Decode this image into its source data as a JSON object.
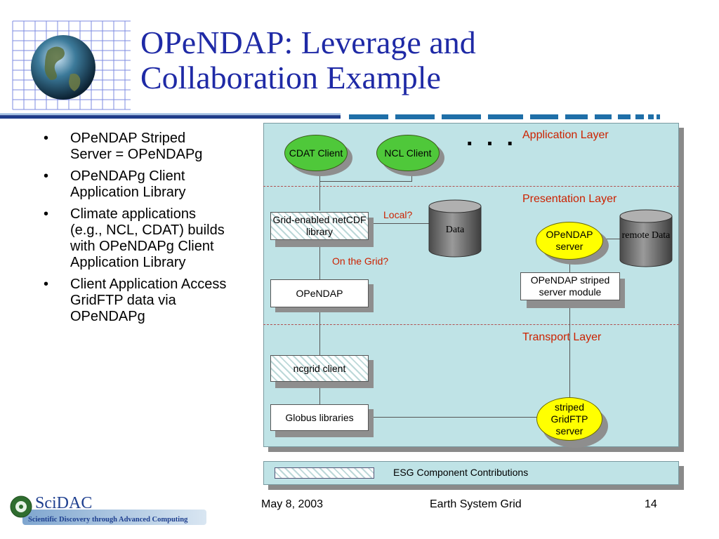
{
  "title": {
    "line1": "OPeNDAP: Leverage and",
    "line2": "Collaboration Example"
  },
  "bullets": [
    "OPeNDAP Striped Server = OPeNDAPg",
    "OPeNDAPg Client Application Library",
    "Climate applications (e.g., NCL, CDAT) builds with OPeNDAPg Client Application Library",
    "Client Application Access GridFTP data via OPeNDAPg"
  ],
  "diagram": {
    "layers": {
      "application": "Application Layer",
      "presentation": "Presentation Layer",
      "transport": "Transport Layer"
    },
    "clients": {
      "cdat": "CDAT Client",
      "ncl": "NCL Client",
      "ellipsis": "· · ·"
    },
    "boxes": {
      "grid_netcdf": "Grid-enabled netCDF library",
      "opendap": "OPeNDAP",
      "ncgrid": "ncgrid client",
      "globus": "Globus libraries",
      "striped_module": "OPeNDAP striped server module"
    },
    "servers": {
      "opendap_server": "OPeNDAP server",
      "striped_gridftp": "striped GridFTP server"
    },
    "stores": {
      "data": "Data",
      "remote_data": "remote Data"
    },
    "notes": {
      "local": "Local?",
      "on_grid": "On the Grid?"
    },
    "legend": "ESG Component Contributions"
  },
  "logos": {
    "scidac_name": "SciDAC",
    "scidac_tagline": "Scientific Discovery through Advanced Computing"
  },
  "footer": {
    "date": "May 8, 2003",
    "center": "Earth System Grid",
    "page": "14"
  },
  "colors": {
    "title": "#1f2aa6",
    "layer_label": "#cc2200",
    "diagram_bg": "#bfe3e6",
    "client_green": "#4fc83a",
    "server_yellow": "#ffff00"
  }
}
